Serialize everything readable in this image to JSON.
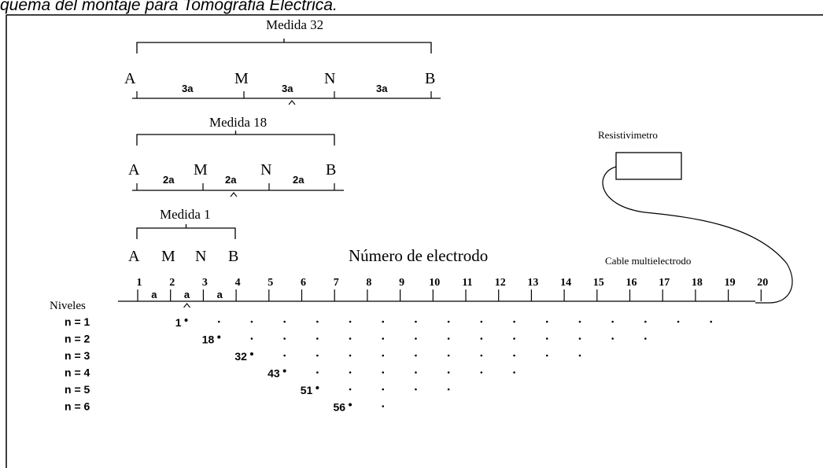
{
  "caption": "quema del montaje para Tomografia Electrica.",
  "resistivimeter_label": "Resistivimetro",
  "electrode_number_title": "Número de electrodo",
  "cable_label": "Cable multielectrodo",
  "levels_title": "Niveles",
  "measures": [
    {
      "title": "Medida 32",
      "electrodes": [
        "A",
        "M",
        "N",
        "B"
      ],
      "spacings": [
        "3a",
        "3a",
        "3a"
      ]
    },
    {
      "title": "Medida 18",
      "electrodes": [
        "A",
        "M",
        "N",
        "B"
      ],
      "spacings": [
        "2a",
        "2a",
        "2a"
      ]
    },
    {
      "title": "Medida 1",
      "electrodes": [
        "A",
        "M",
        "N",
        "B"
      ],
      "spacings": []
    }
  ],
  "electrode_numbers": [
    "1",
    "2",
    "3",
    "4",
    "5",
    "6",
    "7",
    "8",
    "9",
    "10",
    "11",
    "12",
    "13",
    "14",
    "15",
    "16",
    "17",
    "18",
    "19",
    "20"
  ],
  "unit_spacing_label": "a",
  "levels": [
    {
      "label": "n = 1",
      "first_measure": "1",
      "points": 17
    },
    {
      "label": "n = 2",
      "first_measure": "18",
      "points": 14
    },
    {
      "label": "n = 3",
      "first_measure": "32",
      "points": 11
    },
    {
      "label": "n = 4",
      "first_measure": "43",
      "points": 8
    },
    {
      "label": "n = 5",
      "first_measure": "51",
      "points": 5
    },
    {
      "label": "n = 6",
      "first_measure": "56",
      "points": 2
    }
  ]
}
